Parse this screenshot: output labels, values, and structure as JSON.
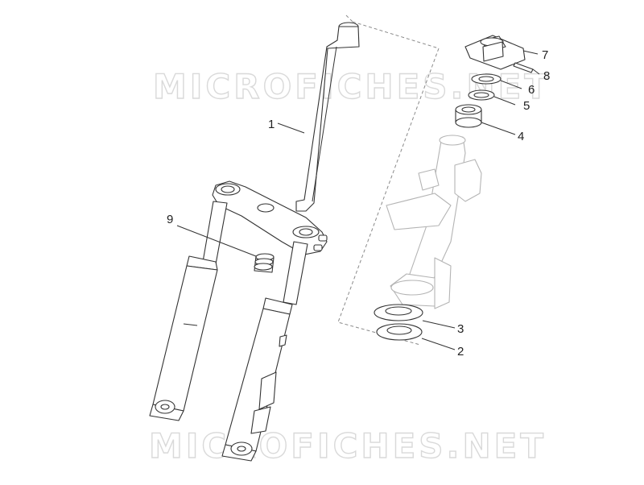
{
  "watermark": {
    "text": "MICROFICHES.NET"
  },
  "callouts": [
    {
      "id": "1",
      "label": "1"
    },
    {
      "id": "2",
      "label": "2"
    },
    {
      "id": "3",
      "label": "3"
    },
    {
      "id": "4",
      "label": "4"
    },
    {
      "id": "5",
      "label": "5"
    },
    {
      "id": "6",
      "label": "6"
    },
    {
      "id": "7",
      "label": "7"
    },
    {
      "id": "8",
      "label": "8"
    },
    {
      "id": "9",
      "label": "9"
    }
  ],
  "colors": {
    "line": "#333333",
    "ghost": "#b4b4b4",
    "watermark": "#d9d9d9",
    "background": "#ffffff"
  }
}
